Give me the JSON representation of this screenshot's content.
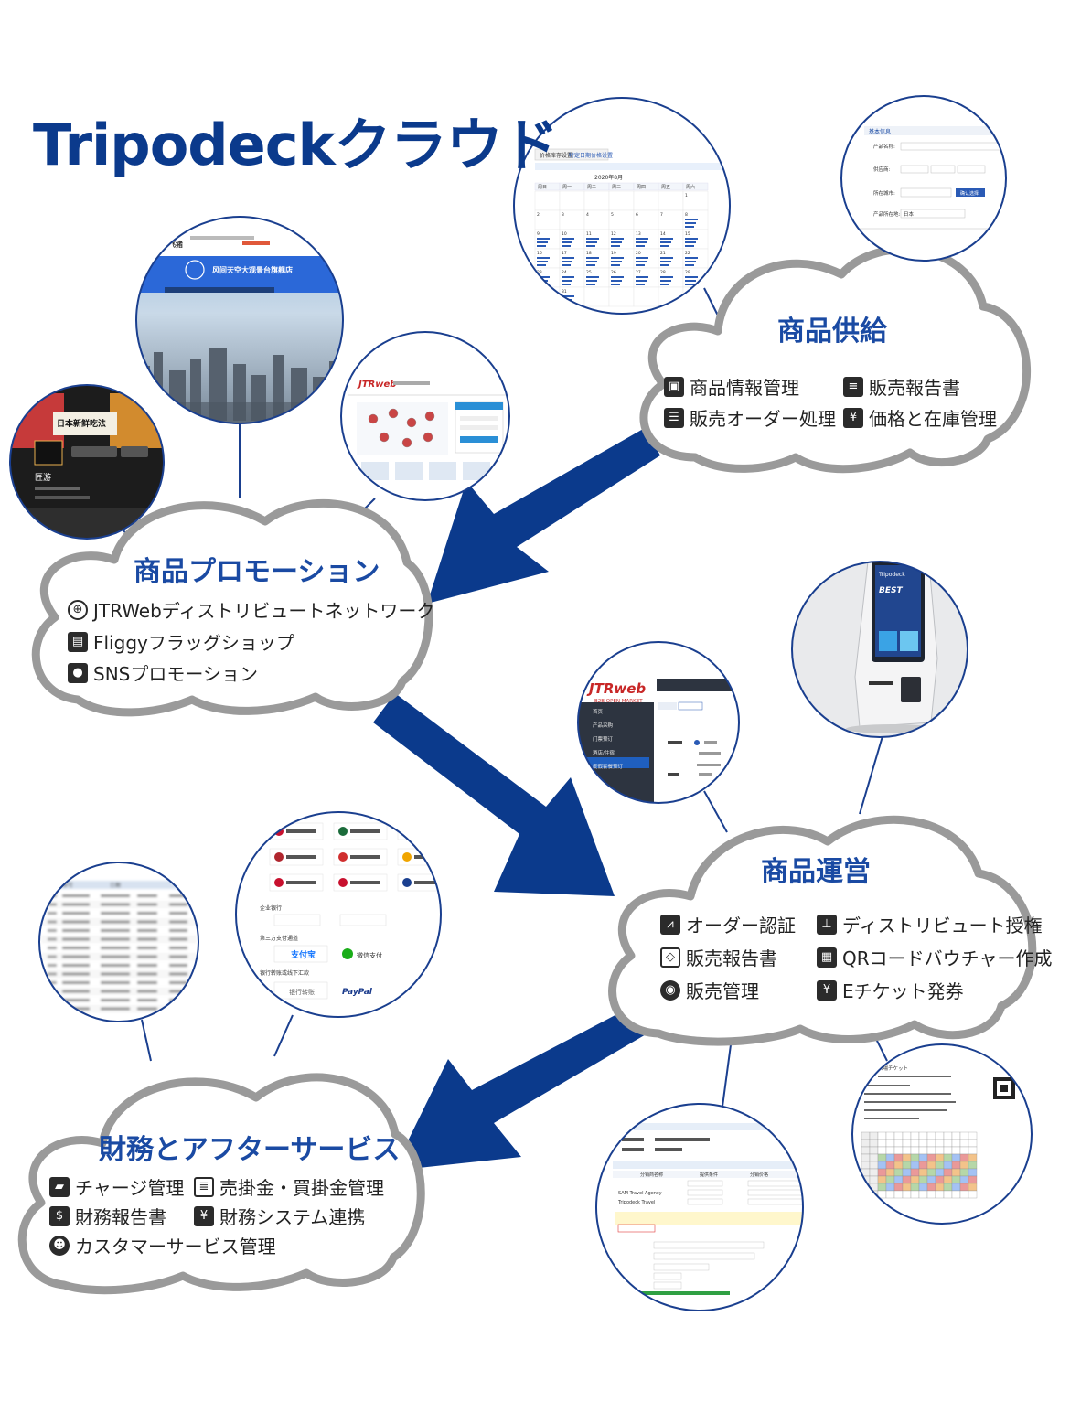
{
  "title": "Tripodeckクラウド",
  "colors": {
    "title": "#0b3a8c",
    "cloudTitle": "#1a4aa3",
    "arrow": "#0b3a8c",
    "cloudStroke": "#9a9a9a",
    "lens": "#1a3f8f"
  },
  "clouds": {
    "supply": {
      "title": "商品供給",
      "items": [
        {
          "icon": "box-icon",
          "label": "商品情報管理"
        },
        {
          "icon": "clipboard-icon",
          "label": "販売報告書"
        },
        {
          "icon": "list-icon",
          "label": "販売オーダー処理"
        },
        {
          "icon": "yen-tag-icon",
          "label": "価格と在庫管理"
        }
      ]
    },
    "promotion": {
      "title": "商品プロモーション",
      "items": [
        {
          "icon": "globe-icon",
          "label": "JTRWebディストリビュートネットワーク"
        },
        {
          "icon": "storefront-icon",
          "label": "Fliggyフラッグショップ"
        },
        {
          "icon": "video-camera-icon",
          "label": "SNSプロモーション"
        }
      ]
    },
    "operation": {
      "title": "商品運営",
      "items": [
        {
          "icon": "line-chart-icon",
          "label": "オーダー認証"
        },
        {
          "icon": "hierarchy-icon",
          "label": "ディストリビュート授権"
        },
        {
          "icon": "cube-outline-icon",
          "label": "販売報告書"
        },
        {
          "icon": "qr-code-icon",
          "label": "QRコードバウチャー作成"
        },
        {
          "icon": "gear-badge-icon",
          "label": "販売管理"
        },
        {
          "icon": "yen-ticket-icon",
          "label": "Eチケット発券"
        }
      ]
    },
    "finance": {
      "title": "財務とアフターサービス",
      "items": [
        {
          "icon": "wallet-icon",
          "label": "チャージ管理"
        },
        {
          "icon": "ledger-icon",
          "label": "売掛金・買掛金管理"
        },
        {
          "icon": "dollar-report-icon",
          "label": "財務報告書"
        },
        {
          "icon": "yen-link-icon",
          "label": "財務システム連携"
        },
        {
          "icon": "support-agent-icon",
          "label": "カスタマーサービス管理"
        }
      ]
    }
  },
  "thumbnails": {
    "calendar": {
      "tabs": [
        "价格库存设置",
        "特定日期价格设置"
      ],
      "month": "2020年8月",
      "weekdays": [
        "周日",
        "周一",
        "周二",
        "周三",
        "周四",
        "周五",
        "周六"
      ]
    },
    "productForm": {
      "section": "基本信息",
      "fields": [
        "产品名称:",
        "供应商:",
        "所在城市:",
        "产品所在地:"
      ],
      "button": "确认选择",
      "value": "日本"
    },
    "fliggyStore": {
      "brand": "飞猪",
      "banner": "风间天空大观景台旗舰店"
    },
    "jtrwebSite": {
      "brand": "JTRweb"
    },
    "sns": {
      "caption": "日本新鲜吃法",
      "brand": "匠游"
    },
    "jtrwebB2B": {
      "brand": "JTRweb",
      "sub": "B2B OPEN MARKET",
      "menu": [
        "首页",
        "产品采购",
        "门票预订",
        "酒店/住宿",
        "度假套餐预订"
      ]
    },
    "kiosk": {
      "brand": "Tripodeck",
      "screen": "BEST"
    },
    "orders": {
      "header": [
        "订单号",
        "日期"
      ]
    },
    "payments": {
      "sections": [
        "企业银行",
        "第三方支付通道",
        "银行转账或线下汇款"
      ],
      "providers": [
        "支付宝",
        "微信支付",
        "PayPal",
        "银行转账"
      ]
    },
    "distribution": {
      "header": [
        "分销商名称",
        "提供条件",
        "分销价格"
      ],
      "rows": [
        "SAM Travel Agency",
        "Tripodeck Travel"
      ]
    },
    "voucher": {
      "title": "入場チケット"
    }
  }
}
